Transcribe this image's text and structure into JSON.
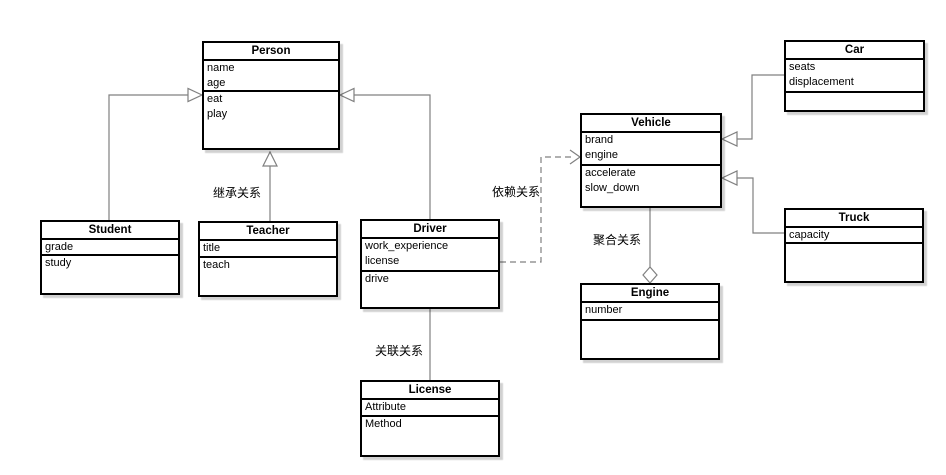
{
  "diagram": {
    "type": "uml-class-diagram",
    "colors": {
      "background": "#ffffff",
      "box_fill": "#ffffff",
      "box_border": "#000000",
      "connector_line": "#808080",
      "label_text": "#000000"
    },
    "classes": [
      {
        "name": "Person",
        "attributes": [
          "name",
          "age"
        ],
        "methods": [
          "eat",
          "play"
        ]
      },
      {
        "name": "Student",
        "attributes": [
          "grade"
        ],
        "methods": [
          "study"
        ]
      },
      {
        "name": "Teacher",
        "attributes": [
          "title"
        ],
        "methods": [
          "teach"
        ]
      },
      {
        "name": "Driver",
        "attributes": [
          "work_experience",
          "license"
        ],
        "methods": [
          "drive"
        ]
      },
      {
        "name": "License",
        "attributes": [
          "Attribute"
        ],
        "methods": [
          "Method"
        ]
      },
      {
        "name": "Vehicle",
        "attributes": [
          "brand",
          "engine"
        ],
        "methods": [
          "accelerate",
          "slow_down"
        ]
      },
      {
        "name": "Engine",
        "attributes": [
          "number"
        ],
        "methods": []
      },
      {
        "name": "Car",
        "attributes": [
          "seats",
          "displacement"
        ],
        "methods": []
      },
      {
        "name": "Truck",
        "attributes": [
          "capacity"
        ],
        "methods": []
      }
    ],
    "edges": [
      {
        "from": "Student",
        "to": "Person",
        "type": "generalization",
        "label": ""
      },
      {
        "from": "Teacher",
        "to": "Person",
        "type": "generalization",
        "label": "继承关系"
      },
      {
        "from": "Driver",
        "to": "Person",
        "type": "generalization",
        "label": ""
      },
      {
        "from": "Driver",
        "to": "License",
        "type": "association",
        "label": "关联关系"
      },
      {
        "from": "Driver",
        "to": "Vehicle",
        "type": "dependency",
        "label": "依赖关系"
      },
      {
        "from": "Vehicle",
        "to": "Engine",
        "type": "aggregation",
        "label": "聚合关系"
      },
      {
        "from": "Car",
        "to": "Vehicle",
        "type": "generalization",
        "label": ""
      },
      {
        "from": "Truck",
        "to": "Vehicle",
        "type": "generalization",
        "label": ""
      }
    ]
  }
}
